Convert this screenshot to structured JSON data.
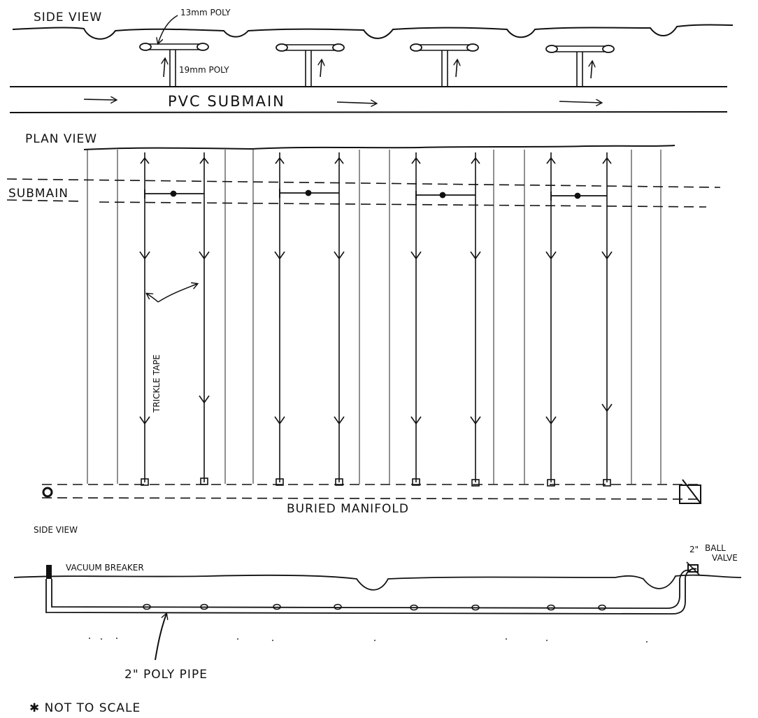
{
  "labels": {
    "side_view_top": "SIDE VIEW",
    "poly_13mm": "13mm POLY",
    "poly_19mm": "19mm POLY",
    "pvc_submain": "PVC SUBMAIN",
    "plan_view": "PLAN VIEW",
    "submain": "SUBMAIN",
    "trickle_tape": "TRICKLE TAPE",
    "buried_manifold": "BURIED MANIFOLD",
    "side_view_bottom": "SIDE VIEW",
    "vacuum_breaker": "VACUUM BREAKER",
    "ball_valve_size": "2\"",
    "ball_valve_word1": "BALL",
    "ball_valve_word2": "VALVE",
    "poly_pipe": "2\" POLY PIPE",
    "not_to_scale": "✱ NOT TO SCALE"
  },
  "colors": {
    "ink": "#111111",
    "paper": "#ffffff"
  }
}
